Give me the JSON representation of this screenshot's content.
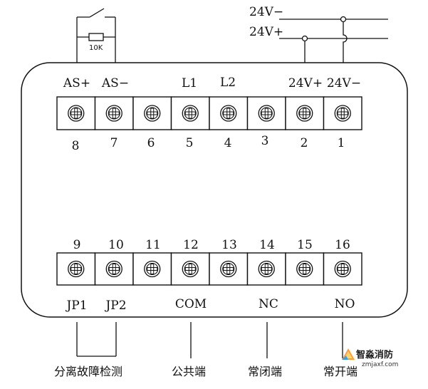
{
  "power": {
    "negative_label": "24V−",
    "positive_label": "24V+"
  },
  "resistor": {
    "label": "10K"
  },
  "top_row": {
    "labels": [
      "AS+",
      "AS−",
      "",
      "L1",
      "L2",
      "",
      "24V+",
      "24V−"
    ],
    "numbers": [
      "8",
      "7",
      "6",
      "5",
      "4",
      "3",
      "2",
      "1"
    ]
  },
  "bottom_row": {
    "numbers": [
      "9",
      "10",
      "11",
      "12",
      "13",
      "14",
      "15",
      "16"
    ],
    "labels": [
      "JP1",
      "JP2",
      "",
      "COM",
      "",
      "NC",
      "",
      "NO"
    ]
  },
  "captions": {
    "isolation_fault_detection": "分离故障检测",
    "common": "公共端",
    "normally_closed": "常闭端",
    "normally_open": "常开端"
  },
  "watermark": {
    "name": "智淼消防",
    "url": "zmjaxf.com"
  }
}
